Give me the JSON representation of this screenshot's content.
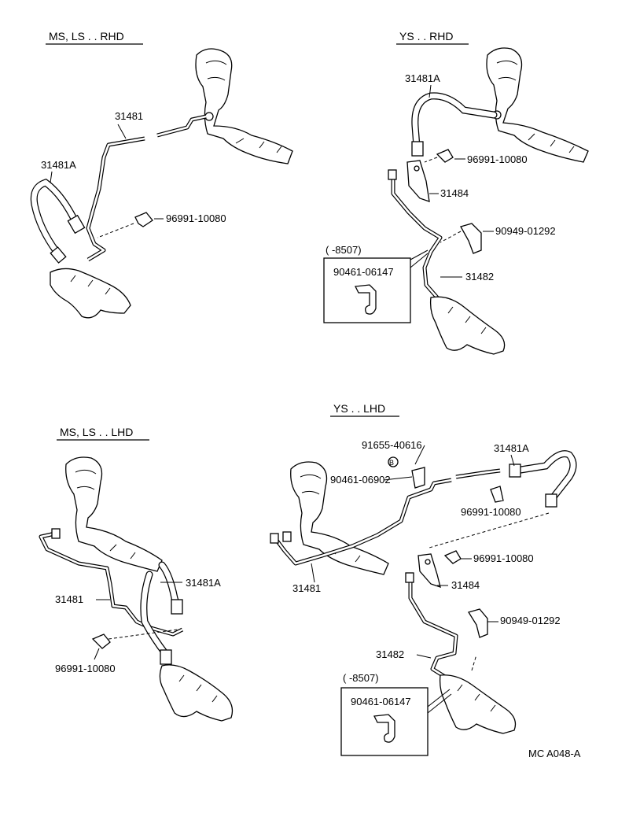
{
  "diagram_ref": "MC  A048-A",
  "sections": {
    "ms_ls_rhd": {
      "title": "MS, LS . . RHD",
      "labels": {
        "pipe": "31481",
        "hose": "31481A",
        "clip": "96991-10080"
      }
    },
    "ys_rhd": {
      "title": "YS . . RHD",
      "labels": {
        "hose": "31481A",
        "clip": "96991-10080",
        "bracket": "31484",
        "clamp": "90949-01292",
        "pipe": "31482",
        "inset_range": "(      -8507)",
        "inset_part": "90461-06147"
      }
    },
    "ms_ls_lhd": {
      "title": "MS, LS . . LHD",
      "labels": {
        "pipe": "31481",
        "hose": "31481A",
        "clip": "96991-10080"
      }
    },
    "ys_lhd": {
      "title": "YS . . LHD",
      "labels": {
        "bolt": "91655-40616",
        "bolt_marker": "B",
        "clamp_a": "90461-06902",
        "hose": "31481A",
        "clip_a": "96991-10080",
        "pipe_a": "31481",
        "clip_b": "96991-10080",
        "bracket": "31484",
        "clamp_b": "90949-01292",
        "pipe_b": "31482",
        "inset_range": "(      -8507)",
        "inset_part": "90461-06147"
      }
    }
  },
  "icons": [
    "clutch-master-cylinder-icon",
    "release-cylinder-icon",
    "flexible-hose-icon",
    "hose-clip-icon",
    "bracket-icon",
    "pipe-clamp-icon"
  ]
}
